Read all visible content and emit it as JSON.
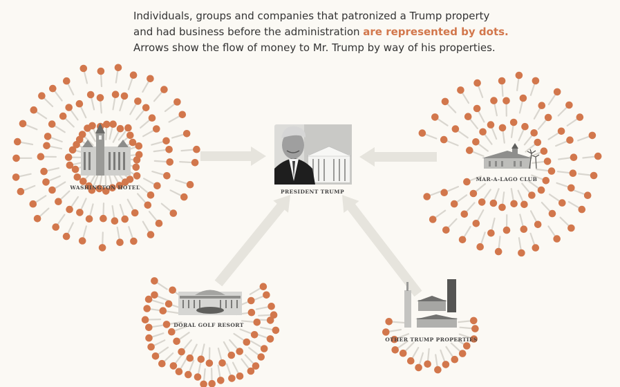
{
  "intro": {
    "line1": "Individuals, groups and companies that patronized a Trump property",
    "line2_plain": "and had business before the administration ",
    "line2_highlight": "are represented by dots.",
    "line3": "Arrows show the flow of money to Mr. Trump by way of his properties."
  },
  "colors": {
    "dot": "#d2774c",
    "spoke": "#d9d6cf",
    "arrow": "#e6e4dd",
    "highlight": "#d2774c",
    "text": "#333333",
    "background": "#fbf9f4"
  },
  "hub": {
    "label": "PRESIDENT TRUMP",
    "icon": "trump-portrait-icon"
  },
  "properties": [
    {
      "key": "washington",
      "label": "WASHINGTON HOTEL",
      "icon": "washington-hotel-icon",
      "dot_count": 96
    },
    {
      "key": "maralago",
      "label": "MAR-A-LAGO CLUB",
      "icon": "mar-a-lago-icon",
      "dot_count": 72
    },
    {
      "key": "doral",
      "label": "DORAL GOLF RESORT",
      "icon": "doral-resort-icon",
      "dot_count": 48
    },
    {
      "key": "other",
      "label": "OTHER TRUMP PROPERTIES",
      "icon": "other-properties-icon",
      "dot_count": 16
    }
  ]
}
